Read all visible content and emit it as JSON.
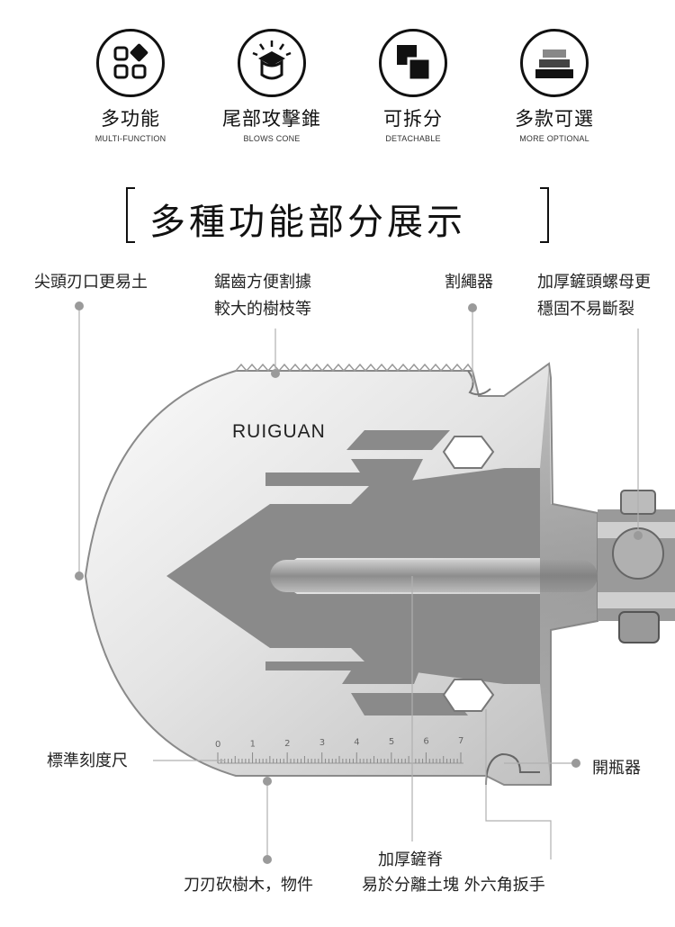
{
  "features": [
    {
      "cn": "多功能",
      "en": "MULTI-FUNCTION",
      "icon": "multi-function-icon"
    },
    {
      "cn": "尾部攻擊錐",
      "en": "BLOWS CONE",
      "icon": "blows-cone-icon"
    },
    {
      "cn": "可拆分",
      "en": "DETACHABLE",
      "icon": "detachable-icon"
    },
    {
      "cn": "多款可選",
      "en": "MORE OPTIONAL",
      "icon": "more-optional-icon"
    }
  ],
  "section_title": "多種功能部分展示",
  "brand": "RUIGUAN",
  "ruler_ticks": [
    "0",
    "1",
    "2",
    "3",
    "4",
    "5",
    "6",
    "7"
  ],
  "callouts": {
    "tip": "尖頭刃口更易土",
    "saw_line1": "鋸齒方便割據",
    "saw_line2": "較大的樹枝等",
    "rope": "割繩器",
    "nut_line1": "加厚鏟頭螺母更",
    "nut_line2": "穩固不易斷裂",
    "ruler": "標準刻度尺",
    "opener": "開瓶器",
    "edge": "刀刃砍樹木，物件",
    "spine_line1": "加厚鏟脊",
    "spine_line2": "易於分離土塊 外六角扳手"
  },
  "colors": {
    "blade_light": "#eeeeee",
    "blade_mid": "#c9c9c9",
    "band_dark": "#7a7a7a",
    "neck": "#8c8c8c",
    "dot": "#9a9a9a"
  }
}
